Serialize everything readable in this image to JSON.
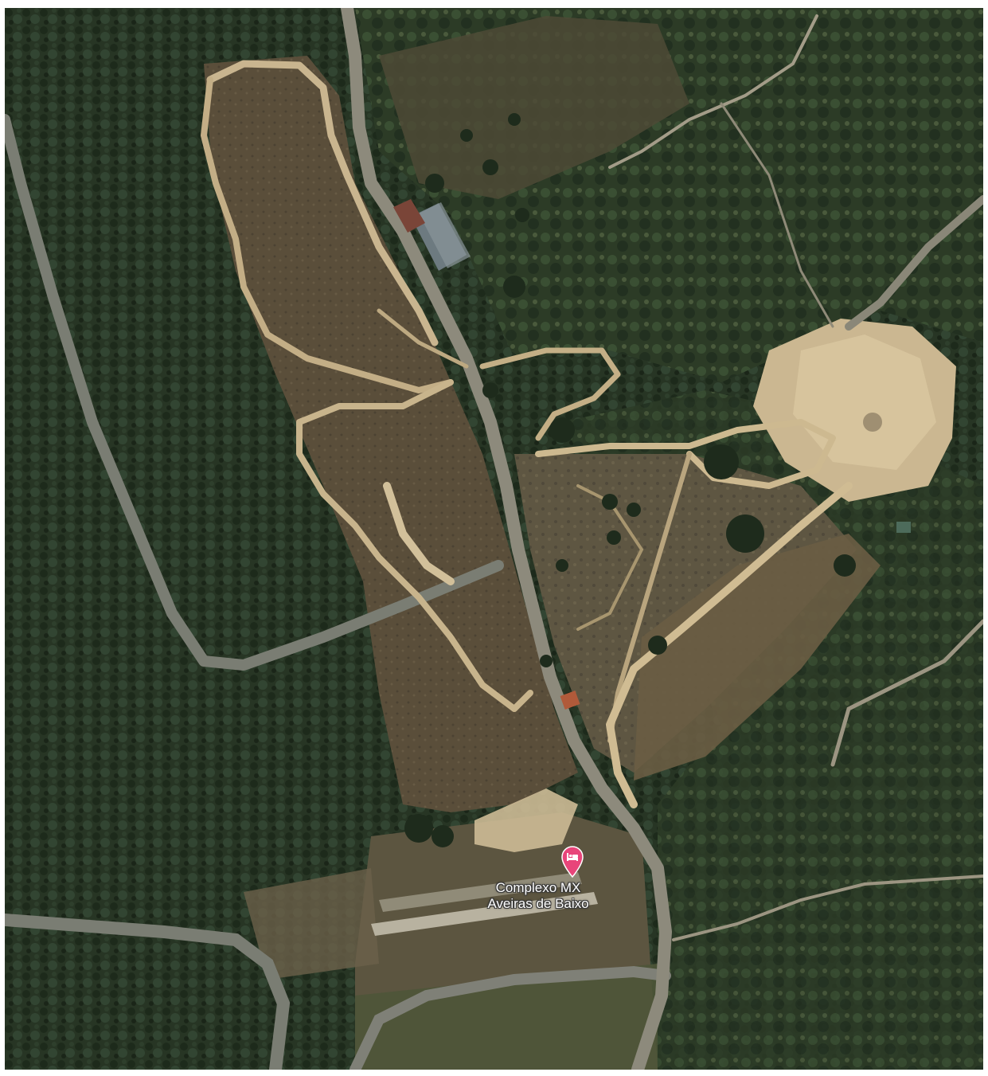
{
  "map": {
    "view": "satellite",
    "place": {
      "name_line1": "Complexo MX",
      "name_line2": "Aveiras de Baixo",
      "icon": "hotel-bed-icon",
      "pin_color": "#e8457a"
    }
  }
}
